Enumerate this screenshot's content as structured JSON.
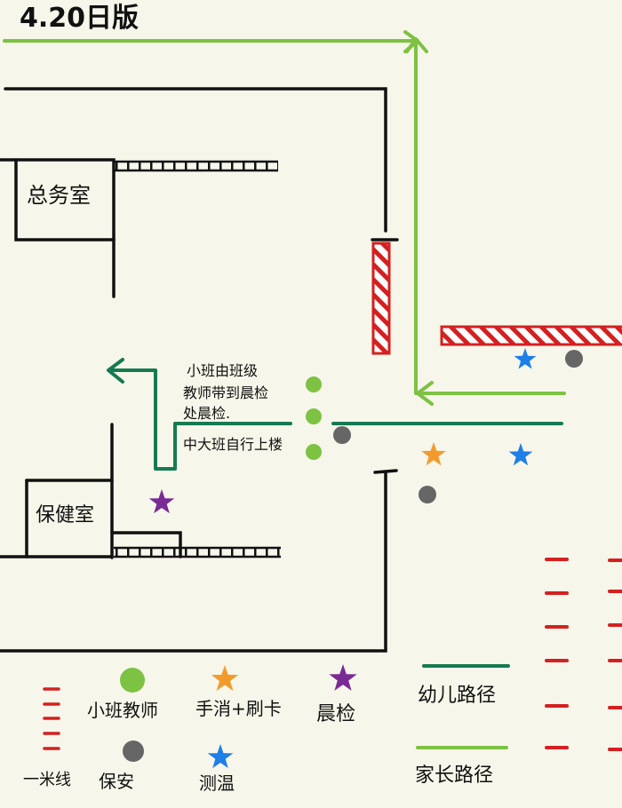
{
  "title": "4.20日版",
  "rooms": {
    "general_affairs": "总务室",
    "health_room": "保健室"
  },
  "annotation": {
    "line1": "小班由班级",
    "line2": "教师带到晨检",
    "line3": "处晨检.",
    "line4": "中大班自行上楼"
  },
  "legend": {
    "teacher": "小班教师",
    "handwash": "手消+刷卡",
    "morning_check": "晨检",
    "child_path": "幼儿路径",
    "one_meter": "一米线",
    "security": "保安",
    "temperature": "测温",
    "parent_path": "家长路径"
  },
  "colors": {
    "background": "#f7f6ea",
    "parent_path": "#7dc242",
    "child_path": "#157a52",
    "teacher": "#7dc242",
    "handwash": "#f29b2b",
    "morning_check": "#7a2a95",
    "security": "#666666",
    "temperature": "#1f7fe8",
    "one_meter": "#d42020",
    "wall": "#111111"
  }
}
